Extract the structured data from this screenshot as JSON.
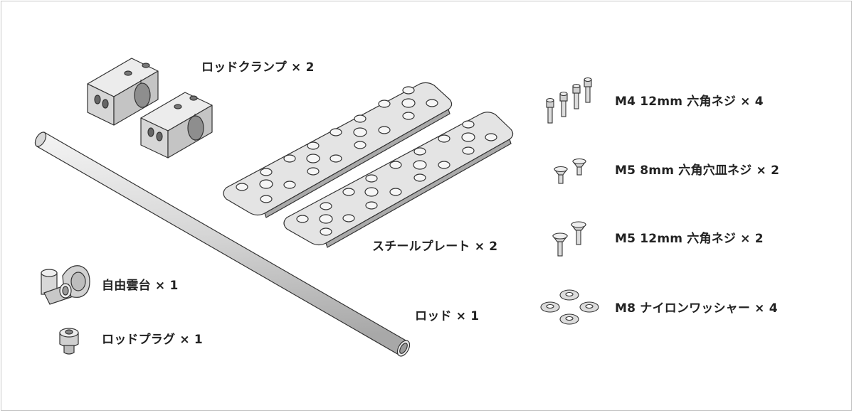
{
  "labels": {
    "rod_clamp": "ロッドクランプ × 2",
    "steel_plate": "スチールプレート × 2",
    "rod": "ロッド × 1",
    "free_head": "自由雲台 × 1",
    "rod_plug": "ロッドプラグ × 1",
    "m4_screw": "M4 12mm 六角ネジ × 4",
    "m5_flat_screw": "M5 8mm 六角穴皿ネジ × 2",
    "m5_screw": "M5 12mm 六角ネジ × 2",
    "m8_washer": "M8 ナイロンワッシャー × 4"
  },
  "colors": {
    "part_fill": "#e2e2e2",
    "part_shade": "#b8b8b8",
    "outline": "#333333",
    "frame": "#c8c8c8",
    "text": "#222222"
  }
}
